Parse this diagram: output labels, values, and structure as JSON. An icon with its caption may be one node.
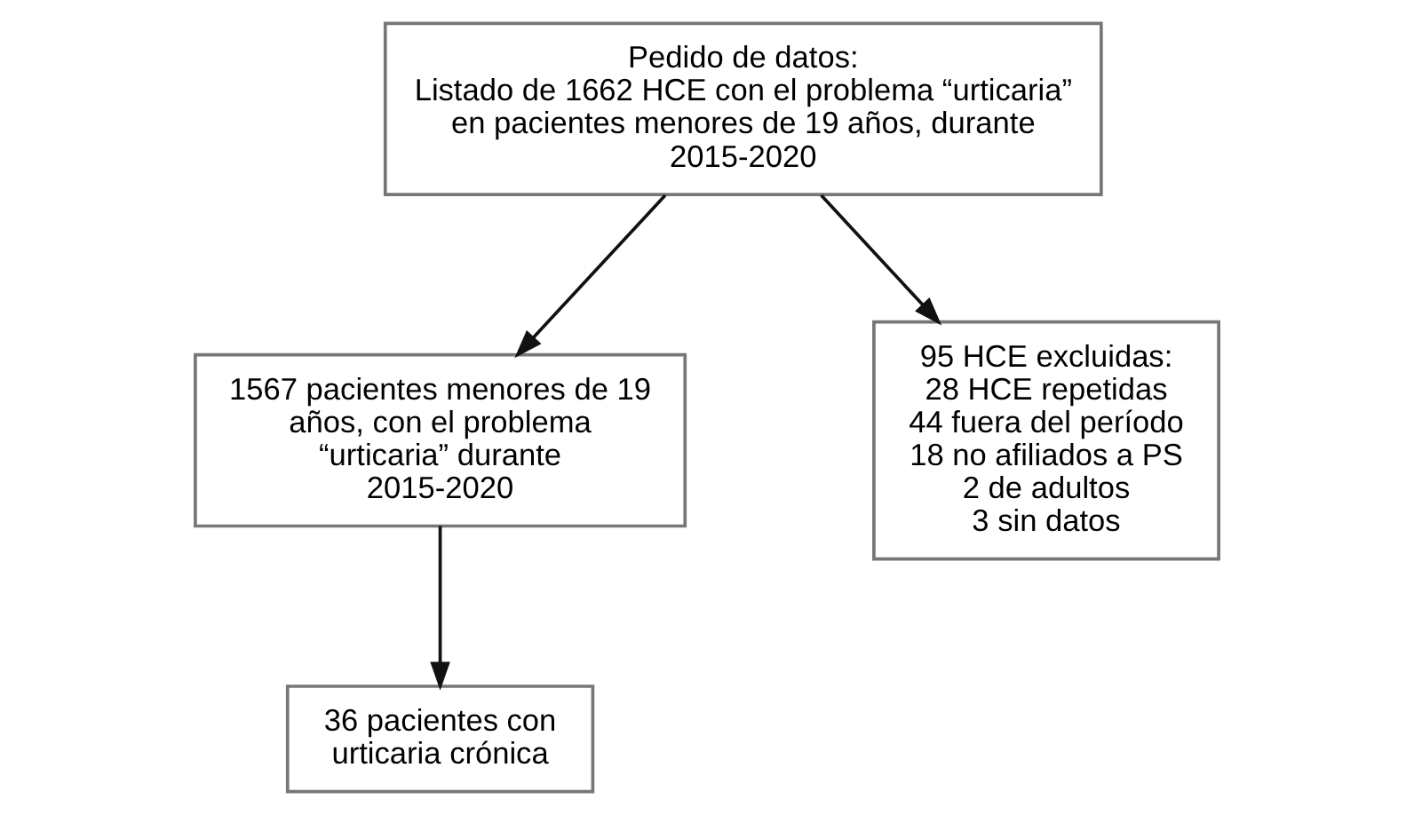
{
  "diagram": {
    "nodes": [
      {
        "text": [
          "Pedido de datos:",
          "Listado de 1662 HCE con el problema “urticaria” en pacientes menores de 19 años, durante 2015-2020"
        ]
      },
      {
        "text": [
          "1567 pacientes menores de 19 años, con el problema “urticaria” durante 2015-2020"
        ]
      },
      {
        "text": [
          "36 pacientes con urticaria crónica"
        ]
      },
      {
        "text": [
          "95 HCE excluidas:",
          "28 HCE repetidas",
          "44 fuera del período",
          "18 no afiliados a PS",
          "2 de adultos",
          "3 sin datos"
        ]
      }
    ],
    "edges": [
      {
        "from": 0,
        "to": 1,
        "arrow": "to"
      },
      {
        "from": 1,
        "to": 2,
        "arrow": "to"
      },
      {
        "from": 0,
        "to": 3,
        "arrow": "to"
      }
    ]
  }
}
